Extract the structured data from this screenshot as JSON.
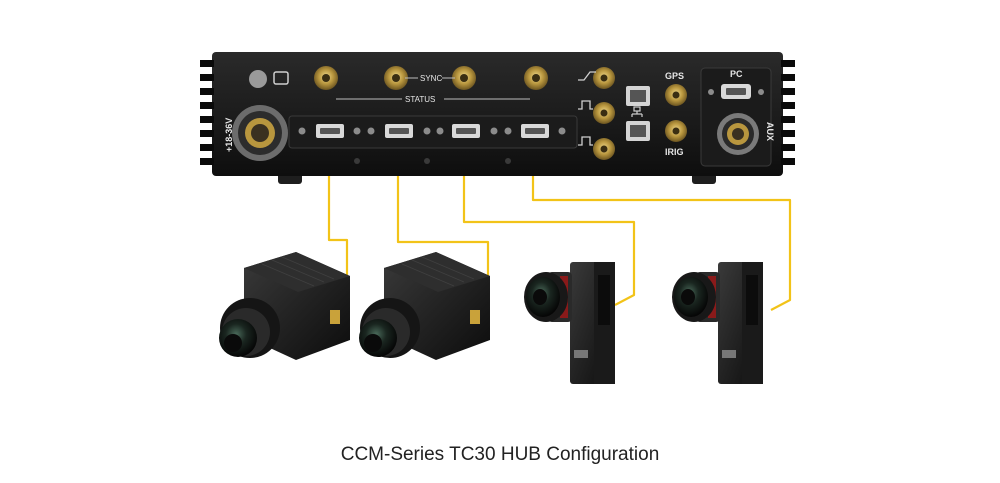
{
  "caption": "CCM-Series TC30 HUB Configuration",
  "hub": {
    "labels": {
      "sync": "SYNC",
      "status": "STATUS",
      "gps": "GPS",
      "irig": "IRIG",
      "pc": "PC",
      "aux": "AUX",
      "power": "+18-36V"
    }
  },
  "colors": {
    "cable": "#f2c318",
    "hub_body": "#141414",
    "panel": "#1b1b1b",
    "connector_gold": "#b8963e"
  },
  "cameras": [
    {
      "type": "box-camera",
      "icon": "box-camera-icon"
    },
    {
      "type": "box-camera",
      "icon": "box-camera-icon"
    },
    {
      "type": "vertical-camera",
      "icon": "vertical-camera-icon"
    },
    {
      "type": "vertical-camera",
      "icon": "vertical-camera-icon"
    }
  ]
}
